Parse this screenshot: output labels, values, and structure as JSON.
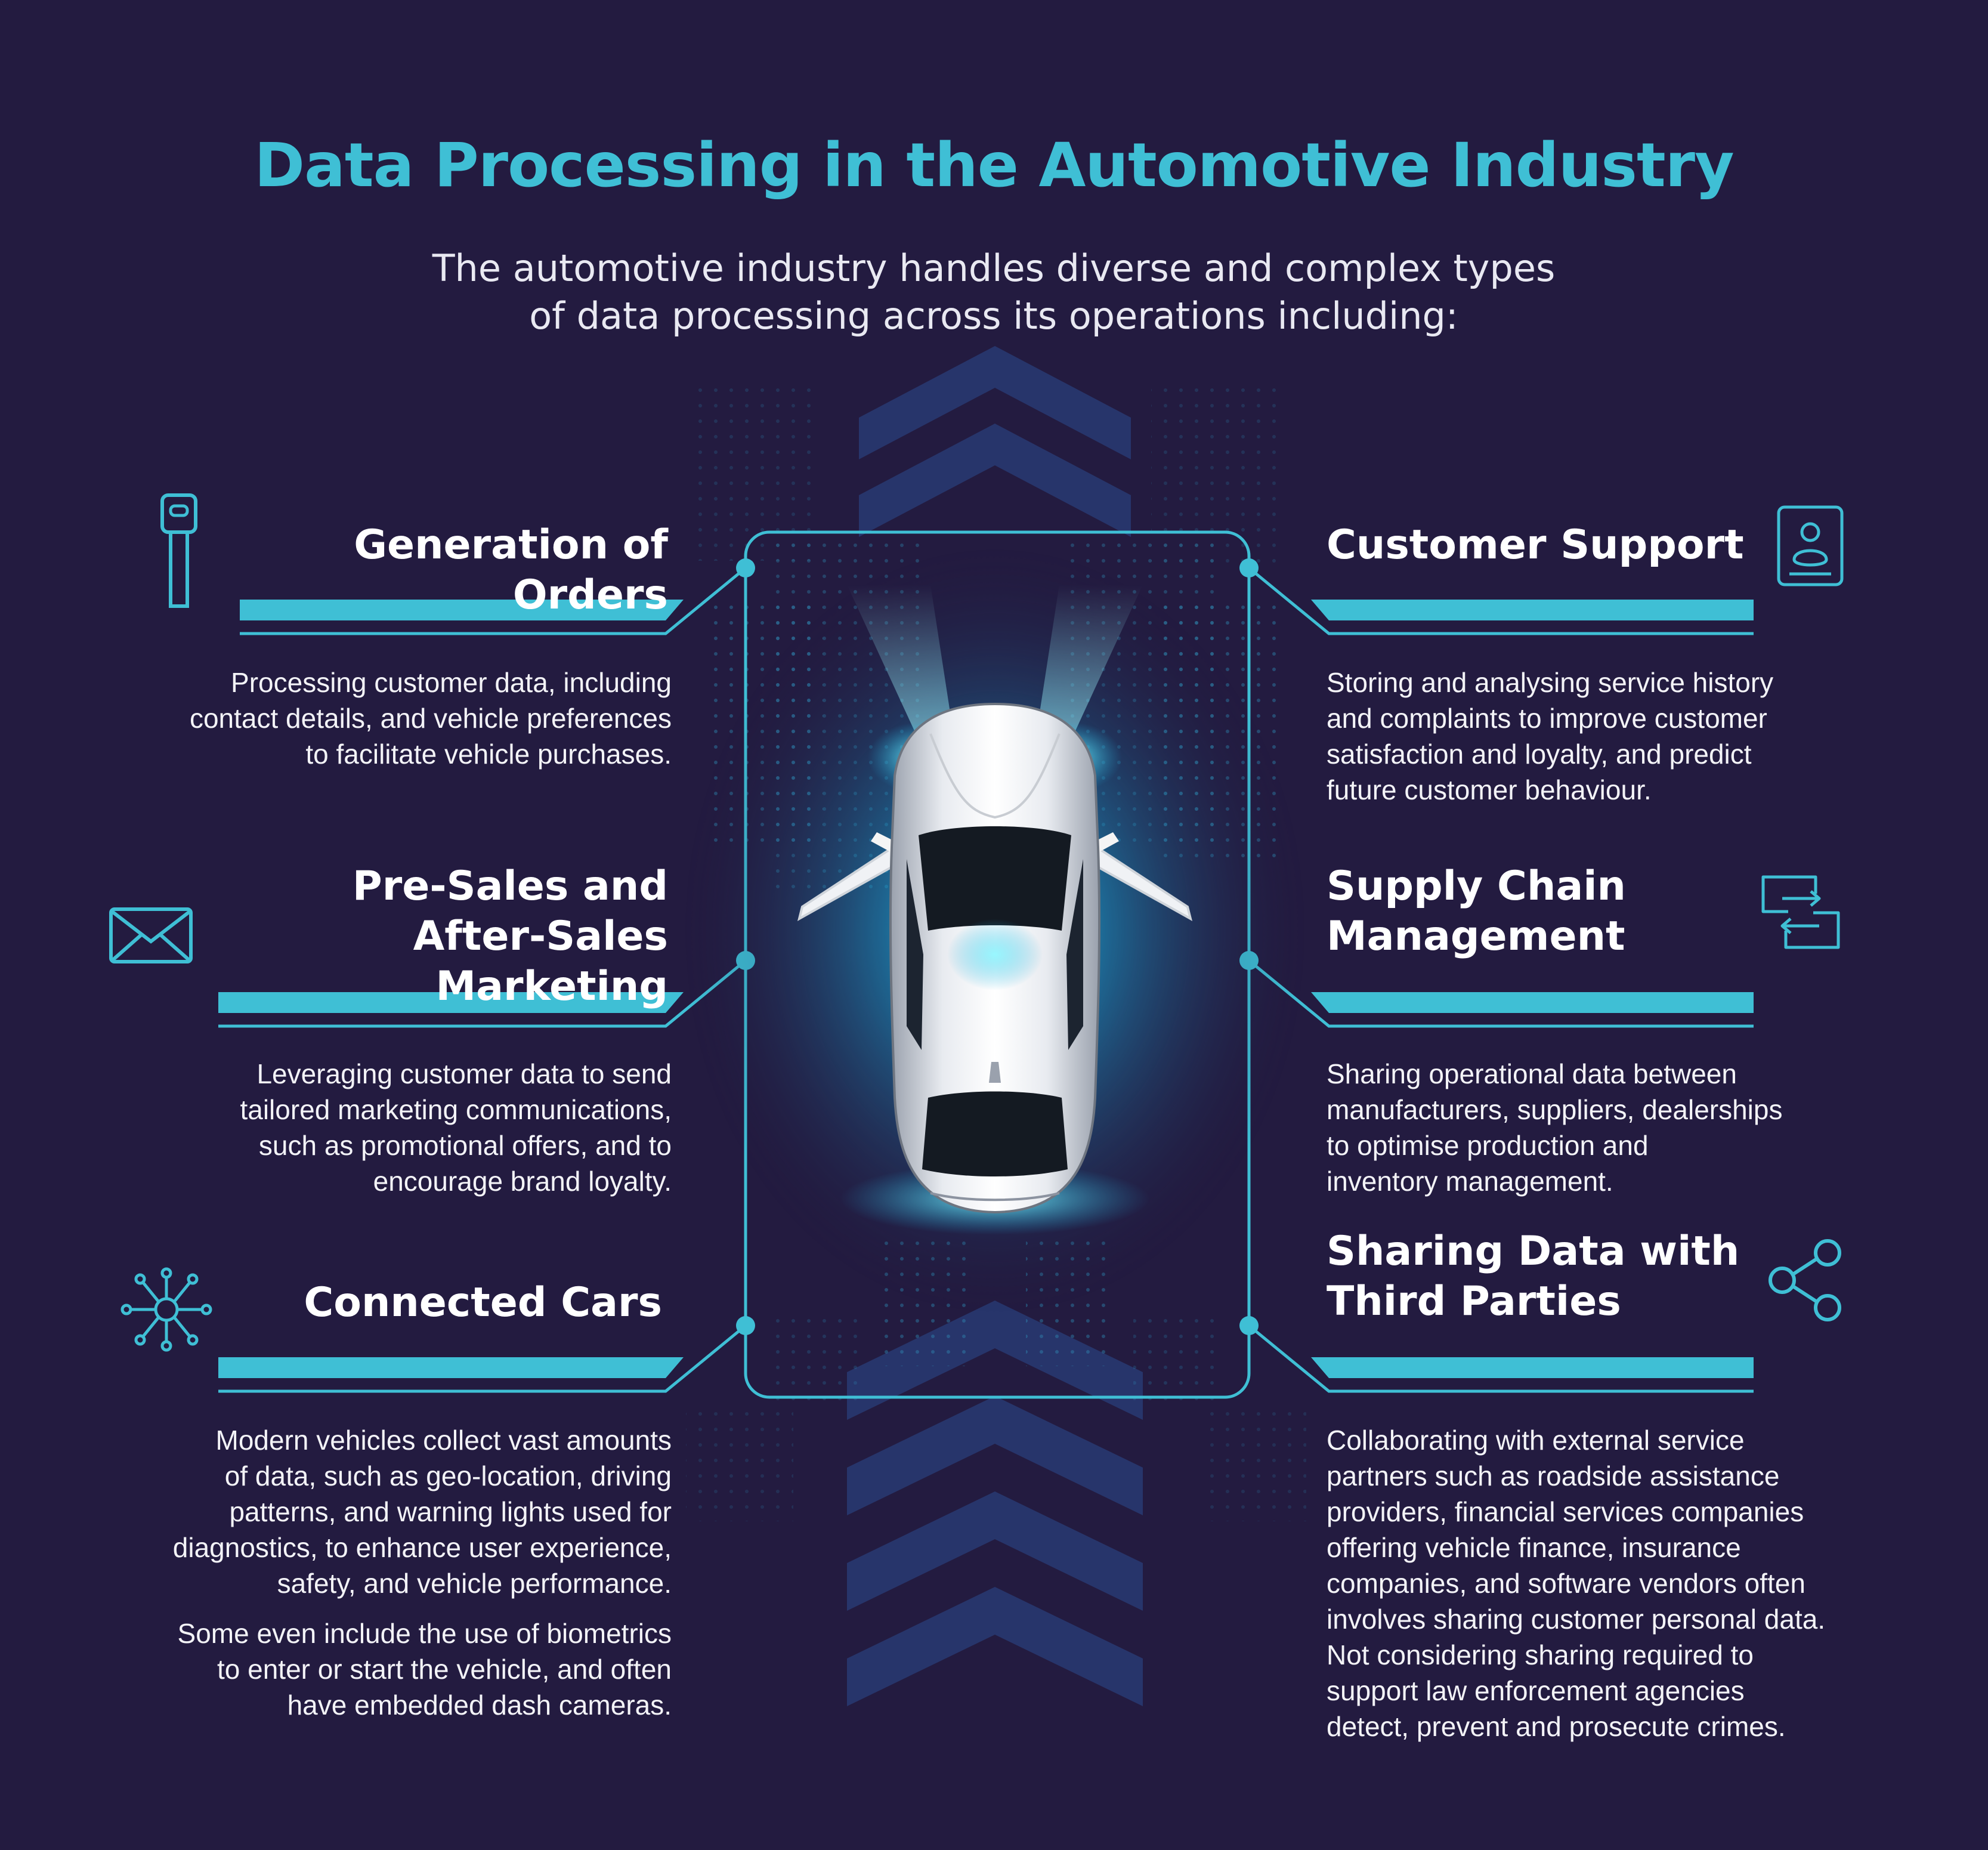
{
  "header": {
    "title": "Data Processing in the Automotive Industry",
    "subtitle": "The automotive industry handles diverse and complex types\nof data processing across its operations including:"
  },
  "colors": {
    "background": "#231b40",
    "accent": "#3fbfd5",
    "text": "#ffffff"
  },
  "sections": {
    "generation_of_orders": {
      "icon": "key-icon",
      "heading": "Generation of Orders",
      "body": "Processing customer data, including\ncontact details, and vehicle preferences\nto facilitate vehicle purchases."
    },
    "pre_sales": {
      "icon": "envelope-icon",
      "heading": "Pre-Sales and\nAfter-Sales Marketing",
      "body": "Leveraging customer data to send\ntailored marketing communications,\nsuch as promotional offers, and to\nencourage brand loyalty."
    },
    "connected_cars": {
      "icon": "network-hub-icon",
      "heading": "Connected Cars",
      "body": "Modern vehicles collect vast amounts\nof data, such as geo-location, driving\npatterns, and warning lights used for\ndiagnostics, to enhance user experience,\nsafety, and vehicle performance.",
      "body2": "Some even include the use of biometrics\nto enter or start the vehicle, and often\nhave embedded dash cameras."
    },
    "customer_support": {
      "icon": "id-card-icon",
      "heading": "Customer Support",
      "body": "Storing and analysing service history\nand complaints to improve customer\nsatisfaction and loyalty, and predict\nfuture customer behaviour."
    },
    "supply_chain": {
      "icon": "exchange-arrows-icon",
      "heading": "Supply Chain\nManagement",
      "body": "Sharing operational data between\nmanufacturers, suppliers, dealerships\nto optimise production and\ninventory management."
    },
    "third_parties": {
      "icon": "share-icon",
      "heading": "Sharing Data with\nThird Parties",
      "body": "Collaborating with external service\npartners such as roadside assistance\nproviders, financial services companies\noffering vehicle finance, insurance\ncompanies, and software vendors often\ninvolves sharing customer personal data.\nNot considering sharing required to\nsupport law enforcement agencies\ndetect, prevent and prosecute crimes."
    }
  }
}
